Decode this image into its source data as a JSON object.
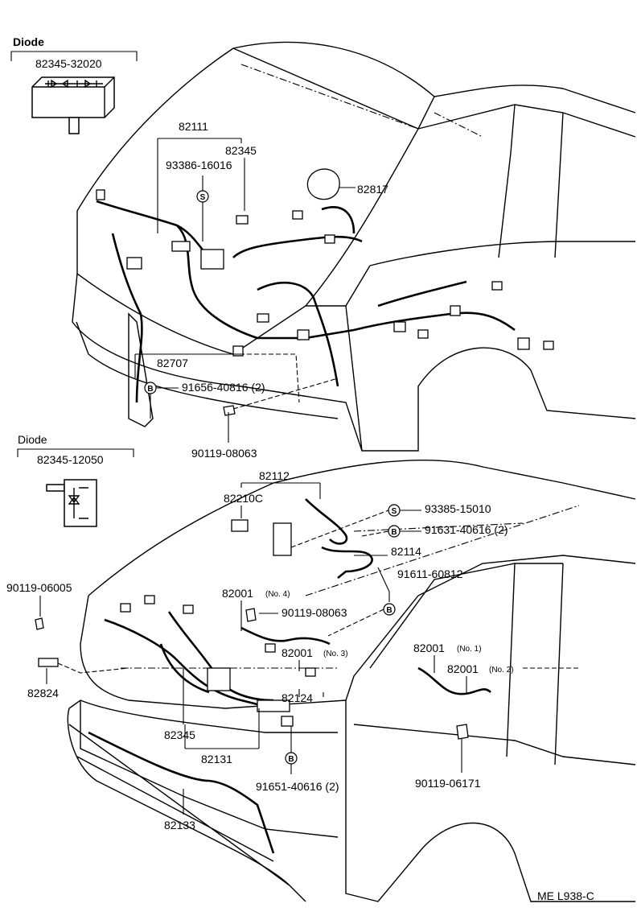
{
  "upper_view": {
    "diode_title": "Diode",
    "diode_part": "82345-32020",
    "parts": {
      "p82111": "82111",
      "p82345": "82345",
      "p93386": "93386-16016",
      "p82817": "82817",
      "p82707": "82707",
      "p91656": "91656-40816 (2)",
      "p90119_08063": "90119-08063"
    },
    "symbols": {
      "s": "S",
      "b": "B"
    }
  },
  "lower_view": {
    "diode_title": "Diode",
    "diode_part": "82345-12050",
    "parts": {
      "p82112": "82112",
      "p82210c": "82210C",
      "p93385": "93385-15010",
      "p91631": "91631-40616 (2)",
      "p82114": "82114",
      "p91611": "91611-60812",
      "p82001_no4": "82001",
      "no4": "(No. 4)",
      "p90119_08063": "90119-08063",
      "p90119_06005": "90119-06005",
      "p82001_no3": "82001",
      "no3": "(No. 3)",
      "p82001_no1": "82001",
      "no1": "(No. 1)",
      "p82001_no2": "82001",
      "no2": "(No. 2)",
      "p82824": "82824",
      "p82124": "82124",
      "p82345": "82345",
      "p82131": "82131",
      "p91651": "91651-40616 (2)",
      "p90119_06171": "90119-06171",
      "p82133": "82133"
    },
    "symbols": {
      "s": "S",
      "b1": "B",
      "b2": "B",
      "b3": "B"
    }
  },
  "footer": {
    "code": "ME L938-C"
  }
}
